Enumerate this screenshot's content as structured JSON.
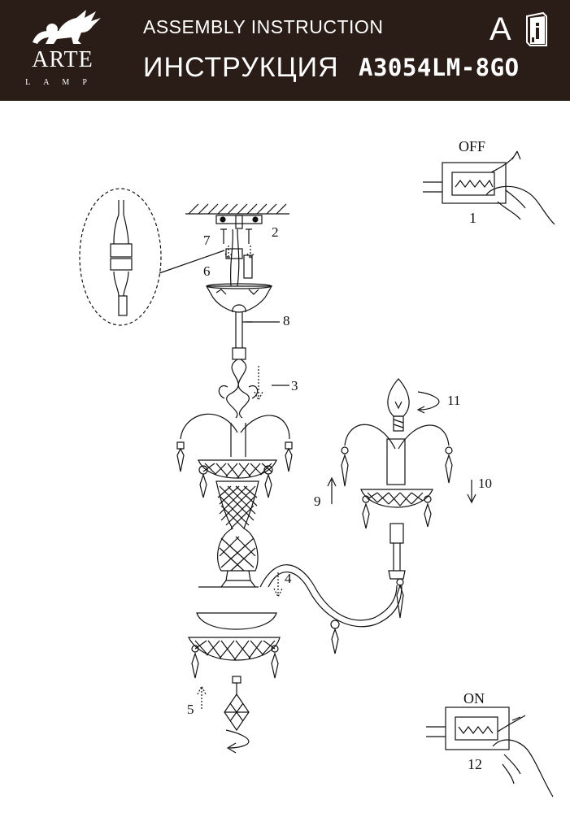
{
  "header": {
    "brand": "ARTE",
    "brand_sub": "LAMP",
    "title_en": "ASSEMBLY INSTRUCTION",
    "title_ru": "ИНСТРУКЦИЯ",
    "model": "A3054LM-8GO",
    "language_letter": "A",
    "info_icon": "info-book-icon",
    "logo_icon": "winged-lion-icon"
  },
  "switch_off": {
    "state": "OFF",
    "step": "1"
  },
  "switch_on": {
    "state": "ON",
    "step": "12"
  },
  "steps": {
    "s2": "2",
    "s3": "3",
    "s4": "4",
    "s5": "5",
    "s6": "6",
    "s7": "7",
    "s8": "8",
    "s9": "9",
    "s10": "10",
    "s11": "11"
  },
  "colors": {
    "header_bg": "#2a1c17",
    "ink": "#111111"
  }
}
